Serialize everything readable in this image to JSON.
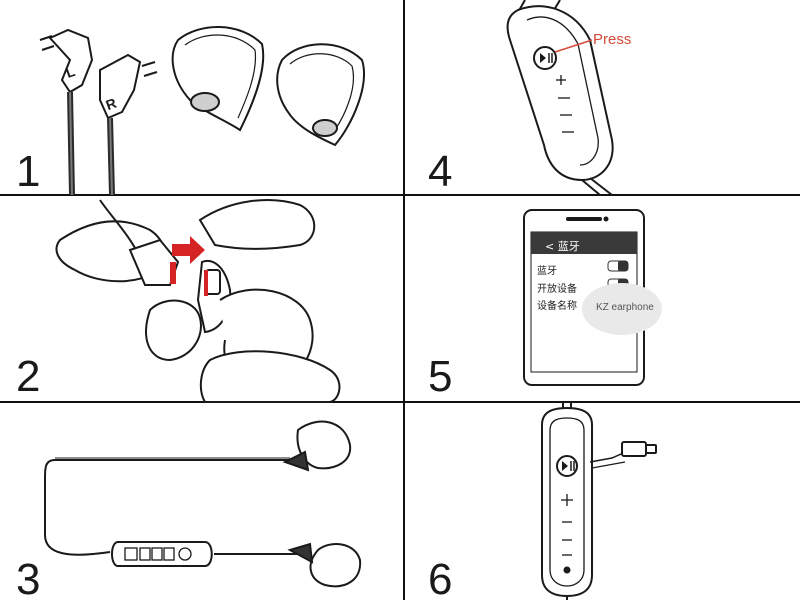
{
  "steps": [
    {
      "number": "1"
    },
    {
      "number": "2"
    },
    {
      "number": "3"
    },
    {
      "number": "4",
      "callout": "Press"
    },
    {
      "number": "5"
    },
    {
      "number": "6"
    }
  ],
  "connector_labels": {
    "left": "L",
    "right": "R"
  },
  "phone_screen": {
    "back_glyph": "<",
    "header": "蓝牙",
    "rows": [
      "蓝牙",
      "开放设备",
      "设备名称"
    ],
    "device_name": "KZ earphone"
  },
  "colors": {
    "line": "#1a1a1a",
    "press": "#d44a3a",
    "arrow": "#d42424",
    "phone_header": "#3a3a3a",
    "bubble": "#e9e9e9"
  }
}
